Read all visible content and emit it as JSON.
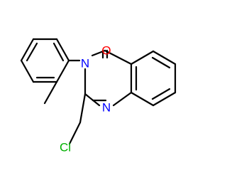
{
  "molecule": {
    "atoms": {
      "oxygen": {
        "label": "O",
        "color": "#ff0000"
      },
      "nitrogen_3": {
        "label": "N",
        "color": "#0000ff"
      },
      "nitrogen_1": {
        "label": "N",
        "color": "#0000ff"
      },
      "chlorine": {
        "label": "Cl",
        "color": "#00b000"
      }
    },
    "bond_color": "#000000"
  }
}
